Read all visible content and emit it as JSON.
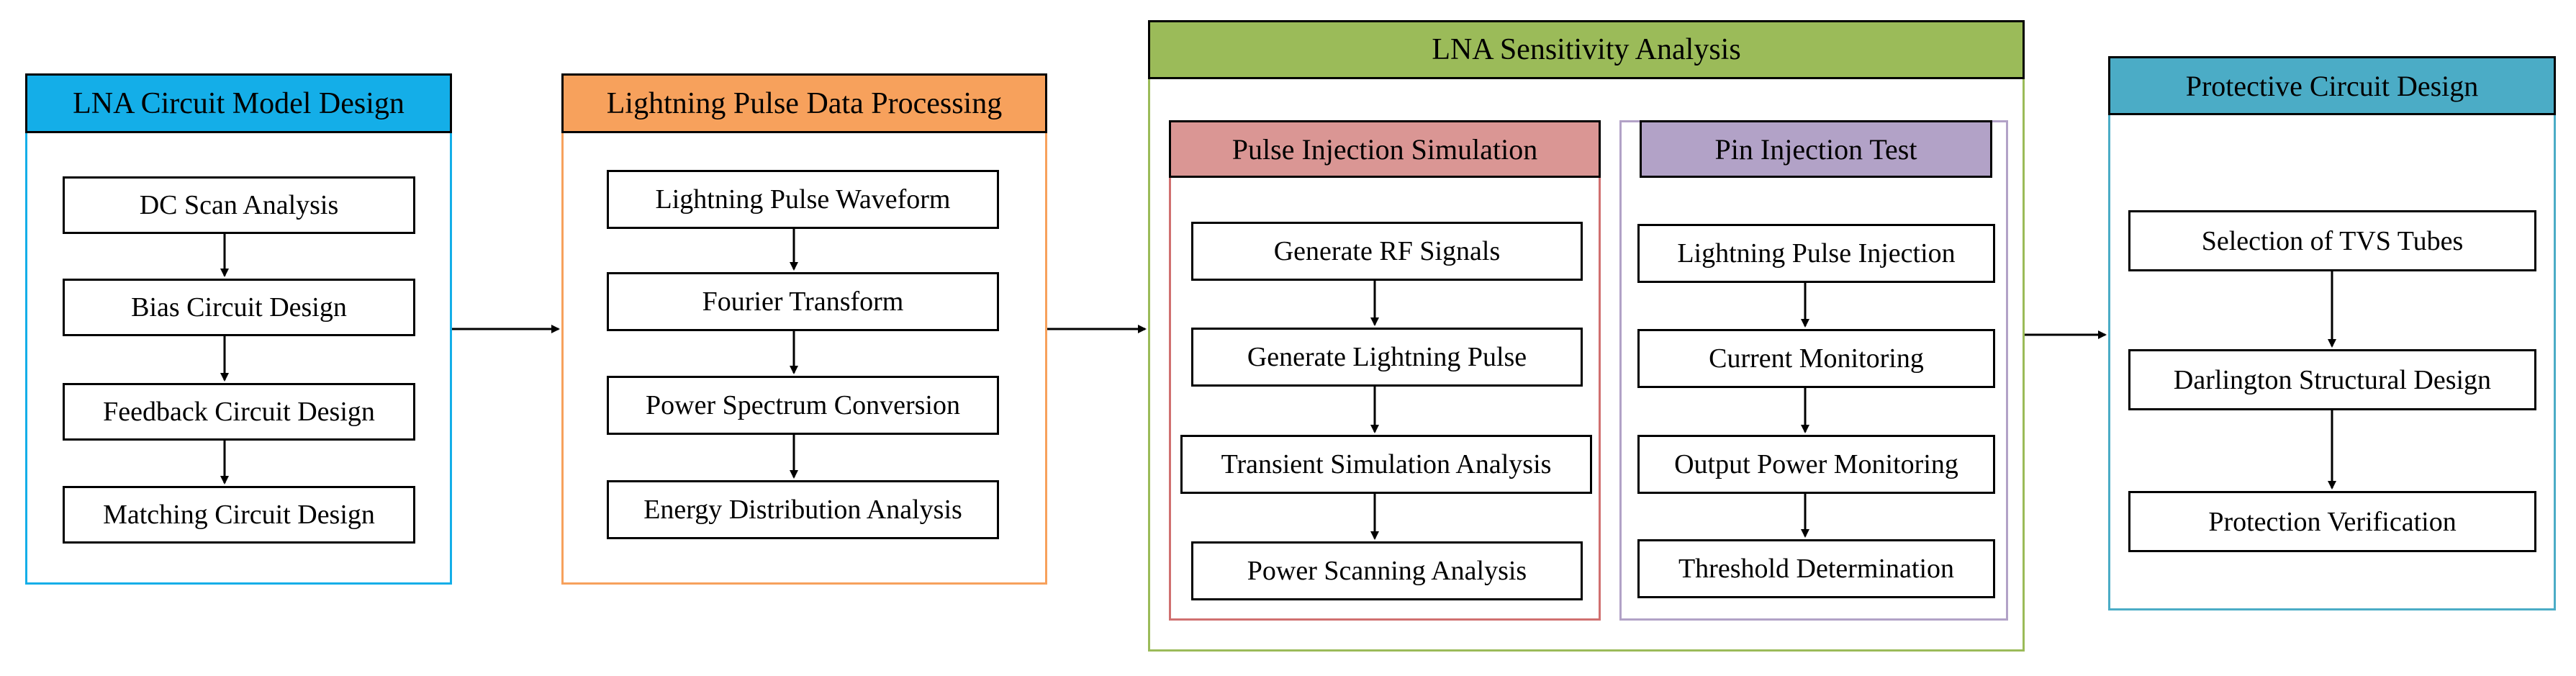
{
  "colors": {
    "stage1": "#14aee8",
    "stage2": "#f7a15c",
    "stage3": "#9bbb59",
    "stage4": "#4bacc6",
    "sub1": "#da9694",
    "sub2": "#b2a2c7",
    "line": "#000000"
  },
  "stage1": {
    "title": "LNA Circuit Model Design",
    "steps": [
      "DC Scan Analysis",
      "Bias Circuit Design",
      "Feedback Circuit Design",
      "Matching Circuit Design"
    ]
  },
  "stage2": {
    "title": "Lightning Pulse Data Processing",
    "steps": [
      "Lightning Pulse Waveform",
      "Fourier Transform",
      "Power Spectrum Conversion",
      "Energy Distribution Analysis"
    ]
  },
  "stage3": {
    "title": "LNA Sensitivity Analysis",
    "sub1": {
      "title": "Pulse Injection Simulation",
      "steps": [
        "Generate RF Signals",
        "Generate Lightning Pulse",
        "Transient Simulation Analysis",
        "Power Scanning Analysis"
      ]
    },
    "sub2": {
      "title": "Pin Injection Test",
      "steps": [
        "Lightning Pulse Injection",
        "Current Monitoring",
        "Output Power Monitoring",
        "Threshold Determination"
      ]
    }
  },
  "stage4": {
    "title": "Protective Circuit Design",
    "steps": [
      "Selection of TVS Tubes",
      "Darlington Structural Design",
      "Protection Verification"
    ]
  }
}
